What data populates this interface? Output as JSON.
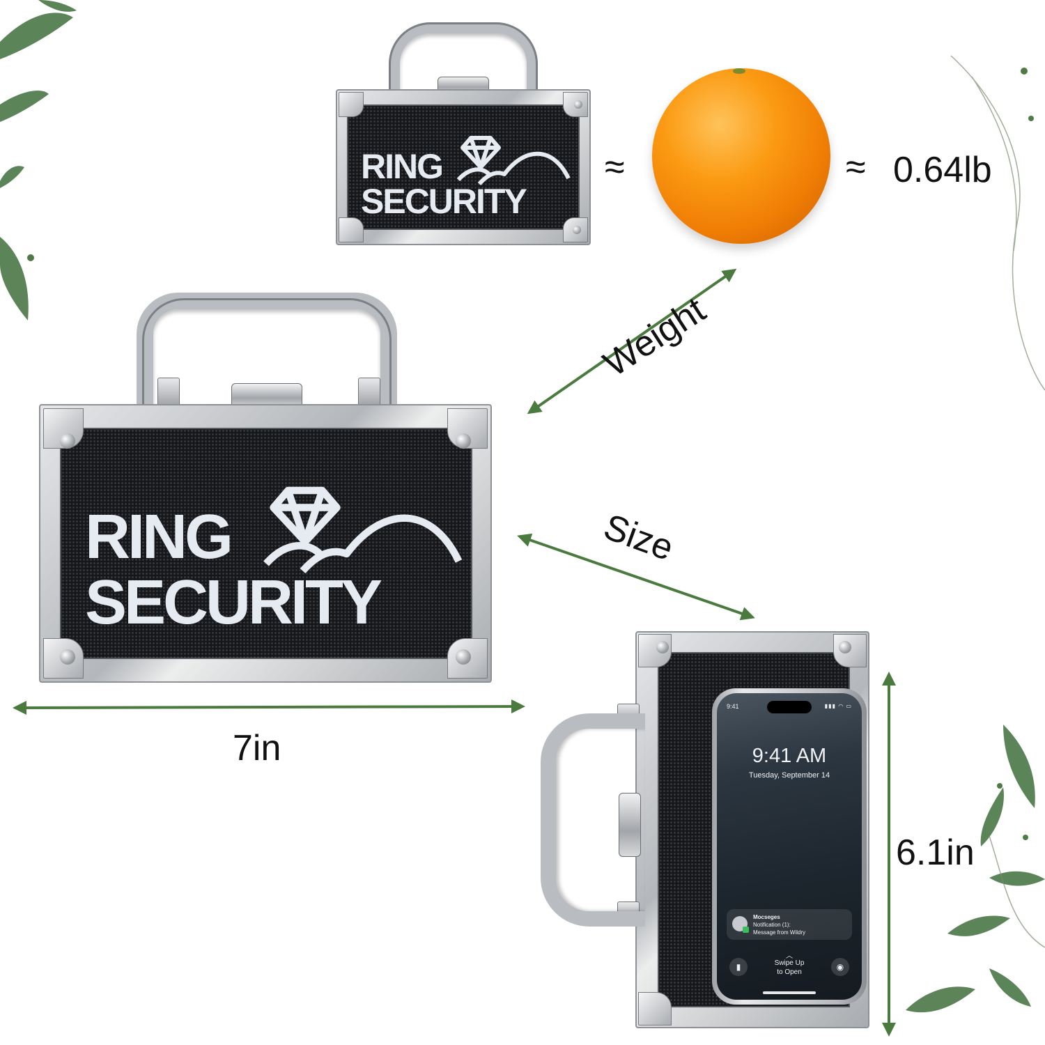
{
  "case_logo": {
    "line1": "RING",
    "line2": "SECURITY"
  },
  "labels": {
    "approx_symbol": "≈",
    "weight_value": "0.64lb",
    "weight": "Weight",
    "size": "Size",
    "width": "7in",
    "height": "6.1in"
  },
  "phone": {
    "status_time": "9:41",
    "status_icons": "▮▮▮ ◠ ▭",
    "clock": "9:41 AM",
    "date": "Tuesday, September 14",
    "notification": {
      "title": "Mocseges",
      "line1": "Notification (1):",
      "line2": "Message from Wildry"
    },
    "swipe_line1": "Swipe Up",
    "swipe_line2": "to Open",
    "flashlight_icon": "flashlight-icon",
    "camera_icon": "camera-icon"
  },
  "colors": {
    "arrow": "#4a7a3e",
    "leaf": "#3d6e3a",
    "orange": "#f28a0a"
  }
}
